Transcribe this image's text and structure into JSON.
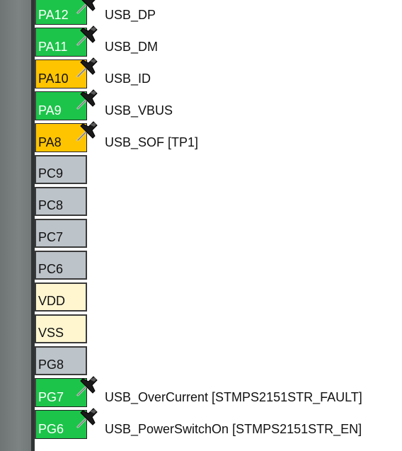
{
  "pins": [
    {
      "name": "PA12",
      "signal": "USB_DP",
      "color": "green",
      "pinned": true
    },
    {
      "name": "PA11",
      "signal": "USB_DM",
      "color": "green",
      "pinned": true
    },
    {
      "name": "PA10",
      "signal": "USB_ID",
      "color": "yellow",
      "pinned": true
    },
    {
      "name": "PA9",
      "signal": "USB_VBUS",
      "color": "green",
      "pinned": true
    },
    {
      "name": "PA8",
      "signal": "USB_SOF [TP1]",
      "color": "yellow",
      "pinned": true
    },
    {
      "name": "PC9",
      "signal": "",
      "color": "gray",
      "pinned": false
    },
    {
      "name": "PC8",
      "signal": "",
      "color": "gray",
      "pinned": false
    },
    {
      "name": "PC7",
      "signal": "",
      "color": "gray",
      "pinned": false
    },
    {
      "name": "PC6",
      "signal": "",
      "color": "gray",
      "pinned": false
    },
    {
      "name": "VDD",
      "signal": "",
      "color": "cream",
      "pinned": false
    },
    {
      "name": "VSS",
      "signal": "",
      "color": "cream",
      "pinned": false
    },
    {
      "name": "PG8",
      "signal": "",
      "color": "gray",
      "pinned": false
    },
    {
      "name": "PG7",
      "signal": "USB_OverCurrent [STMPS2151STR_FAULT]",
      "color": "green",
      "pinned": true
    },
    {
      "name": "PG6",
      "signal": "USB_PowerSwitchOn [STMPS2151STR_EN]",
      "color": "green",
      "pinned": true
    }
  ],
  "colors": {
    "green": "#1cc44a",
    "yellow": "#ffc400",
    "gray": "#bcc3c9",
    "cream": "#fff6d0"
  },
  "icons": {
    "pin_lock": "pushpin-icon"
  }
}
